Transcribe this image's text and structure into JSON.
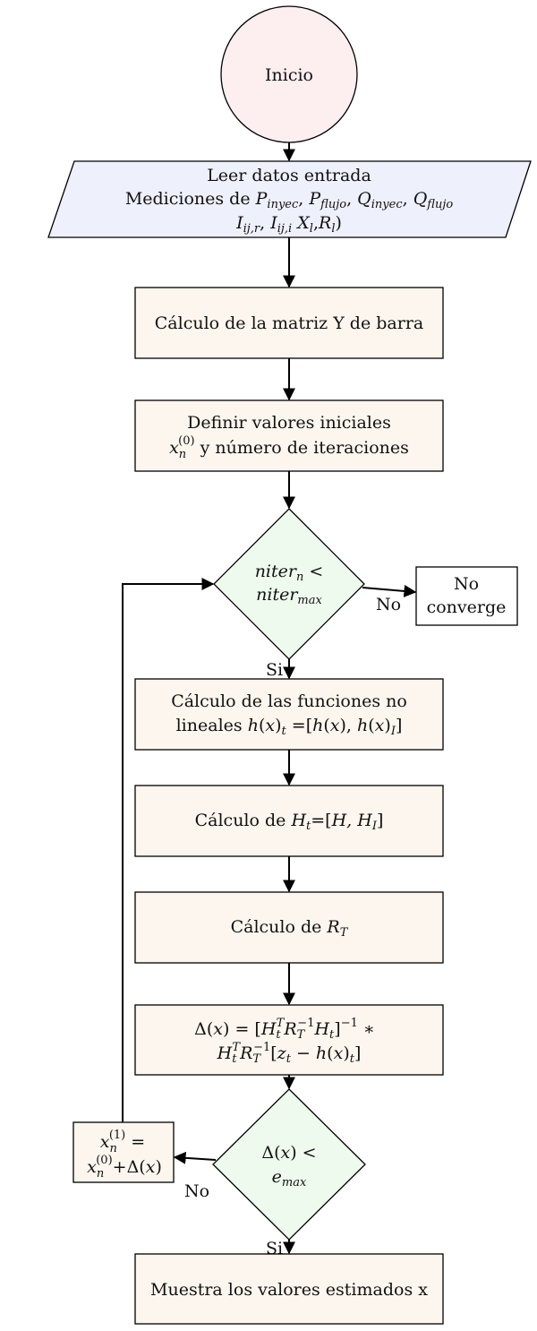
{
  "diagram": {
    "start": {
      "label": "Inicio"
    },
    "input": {
      "line1": "Leer datos entrada",
      "line2": "Mediciones de P_inyec, P_flujo, Q_inyec, Q_flujo",
      "line3": "I_ij,r, I_ij,i X_l,R_l)"
    },
    "ybus": {
      "label": "Cálculo de la matriz Y de barra"
    },
    "init": {
      "line1": "Definir valores iniciales",
      "line2": "x_n^(0) y número de iteraciones"
    },
    "decision_iter": {
      "line1": "niter_n <",
      "line2": "niter_max"
    },
    "no_converge": {
      "line1": "No",
      "line2": "converge"
    },
    "label_no_1": "No",
    "label_si_1": "Si",
    "funcs": {
      "line1": "Cálculo de las funciones no",
      "line2": "lineales h(x)_t =[h(x), h(x)_I]"
    },
    "jacobian": {
      "label": "Cálculo de H_t=[H, H_I]"
    },
    "weights": {
      "label": "Cálculo de R_T"
    },
    "delta": {
      "line1": "Δ(x) = [H_t^T R_T^-1 H_t]^-1 *",
      "line2": "H_t^T R_T^-1 [z_t − h(x)_t]"
    },
    "decision_err": {
      "line1": "Δ(x) <",
      "line2": "e_max"
    },
    "update": {
      "line1": "x_n^(1) =",
      "line2": "x_n^(0)+Δ(x)"
    },
    "label_no_2": "No",
    "label_si_2": "Si",
    "result": {
      "label": "Muestra los valores estimados x"
    },
    "colors": {
      "start_fill": "#fdeef0",
      "input_fill": "#eef0fc",
      "process_fill": "#fdf6ee",
      "decision_fill": "#eefaee",
      "plain_fill": "#ffffff"
    }
  }
}
